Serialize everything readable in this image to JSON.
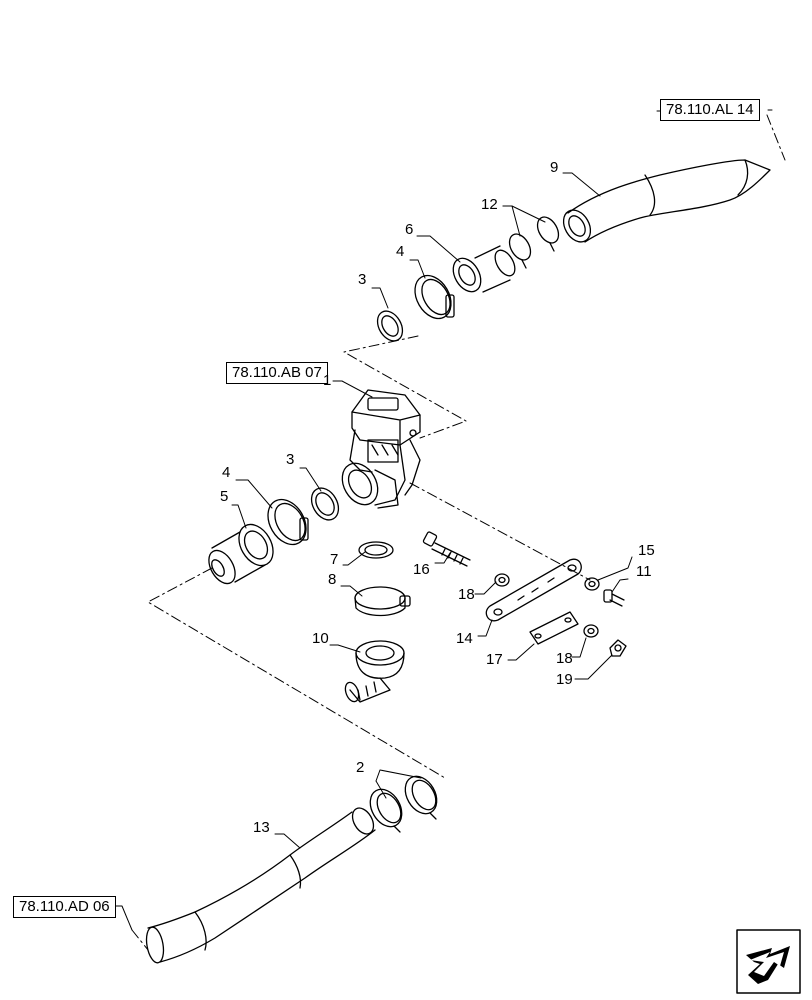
{
  "references": {
    "ref_top": "78.110.AL 14",
    "ref_mid": "78.110.AB 07",
    "ref_bottom": "78.110.AD 06"
  },
  "callouts": {
    "c1": "1",
    "c2": "2",
    "c3a": "3",
    "c3b": "3",
    "c4a": "4",
    "c4b": "4",
    "c5": "5",
    "c6": "6",
    "c7": "7",
    "c8": "8",
    "c9": "9",
    "c10": "10",
    "c11": "11",
    "c12": "12",
    "c13": "13",
    "c14": "14",
    "c15": "15",
    "c16": "16",
    "c17": "17",
    "c18a": "18",
    "c18b": "18",
    "c19": "19"
  },
  "icons": {
    "corner": "navigation-arrow-icon"
  }
}
